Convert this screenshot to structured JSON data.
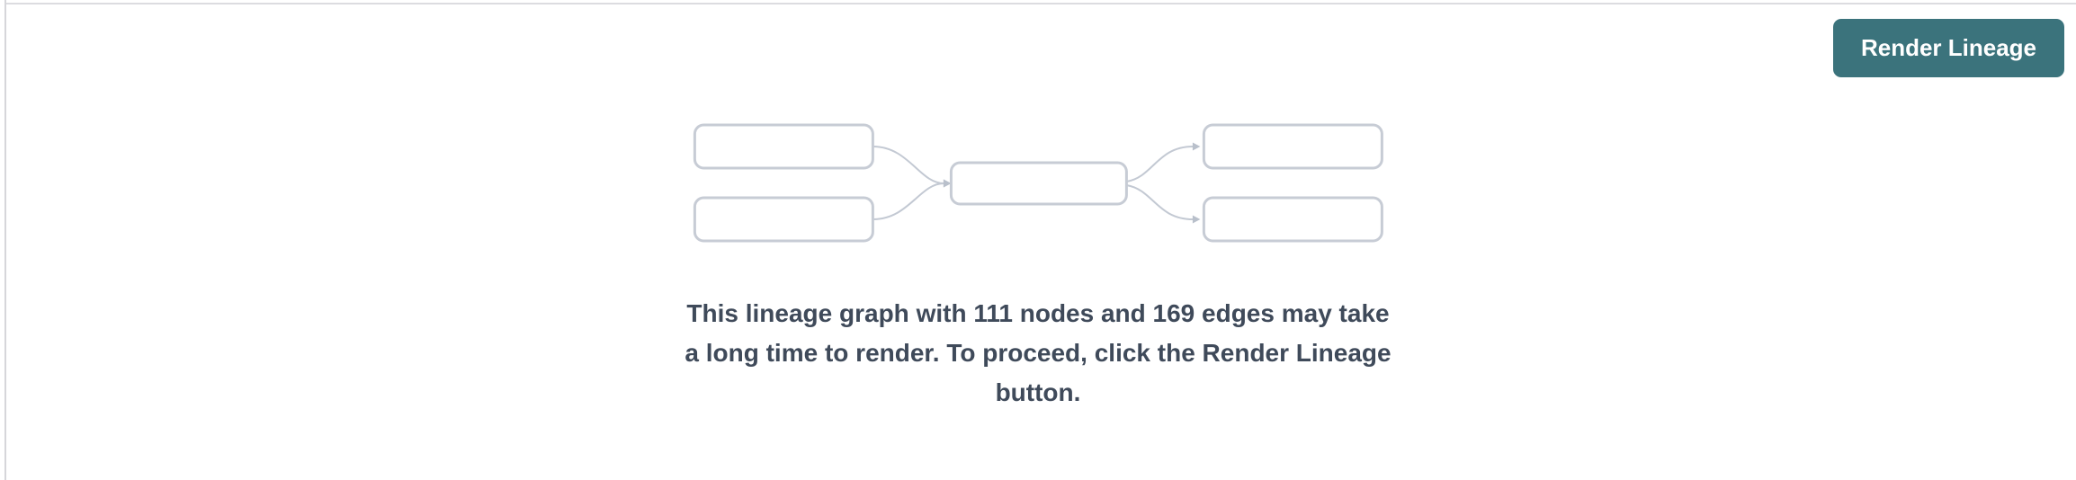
{
  "page": {
    "background": "#ffffff",
    "top_border_color": "#dcdce0",
    "left_border_color": "#d6d6da"
  },
  "header": {
    "render_button": {
      "label": "Render Lineage",
      "background": "#3b737c",
      "text_color": "#ffffff"
    }
  },
  "empty_state": {
    "illustration": {
      "name": "lineage-graph-placeholder",
      "node_count_shown": 5,
      "edge_count_shown": 4,
      "node_stroke_color": "#c7ccd5",
      "edge_color": "#c3c9d3",
      "arrowhead_color": "#b9c0cb"
    },
    "message": {
      "text": "This lineage graph with 111 nodes and 169 edges may take a long time to render. To proceed, click the Render Lineage button.",
      "lines": [
        "This lineage graph with 111 nodes and 169 edges may take",
        "a long time to render. To proceed, click the Render Lineage",
        "button."
      ],
      "node_count": "111",
      "edge_count": "169",
      "text_color": "#3f4a5a"
    }
  }
}
